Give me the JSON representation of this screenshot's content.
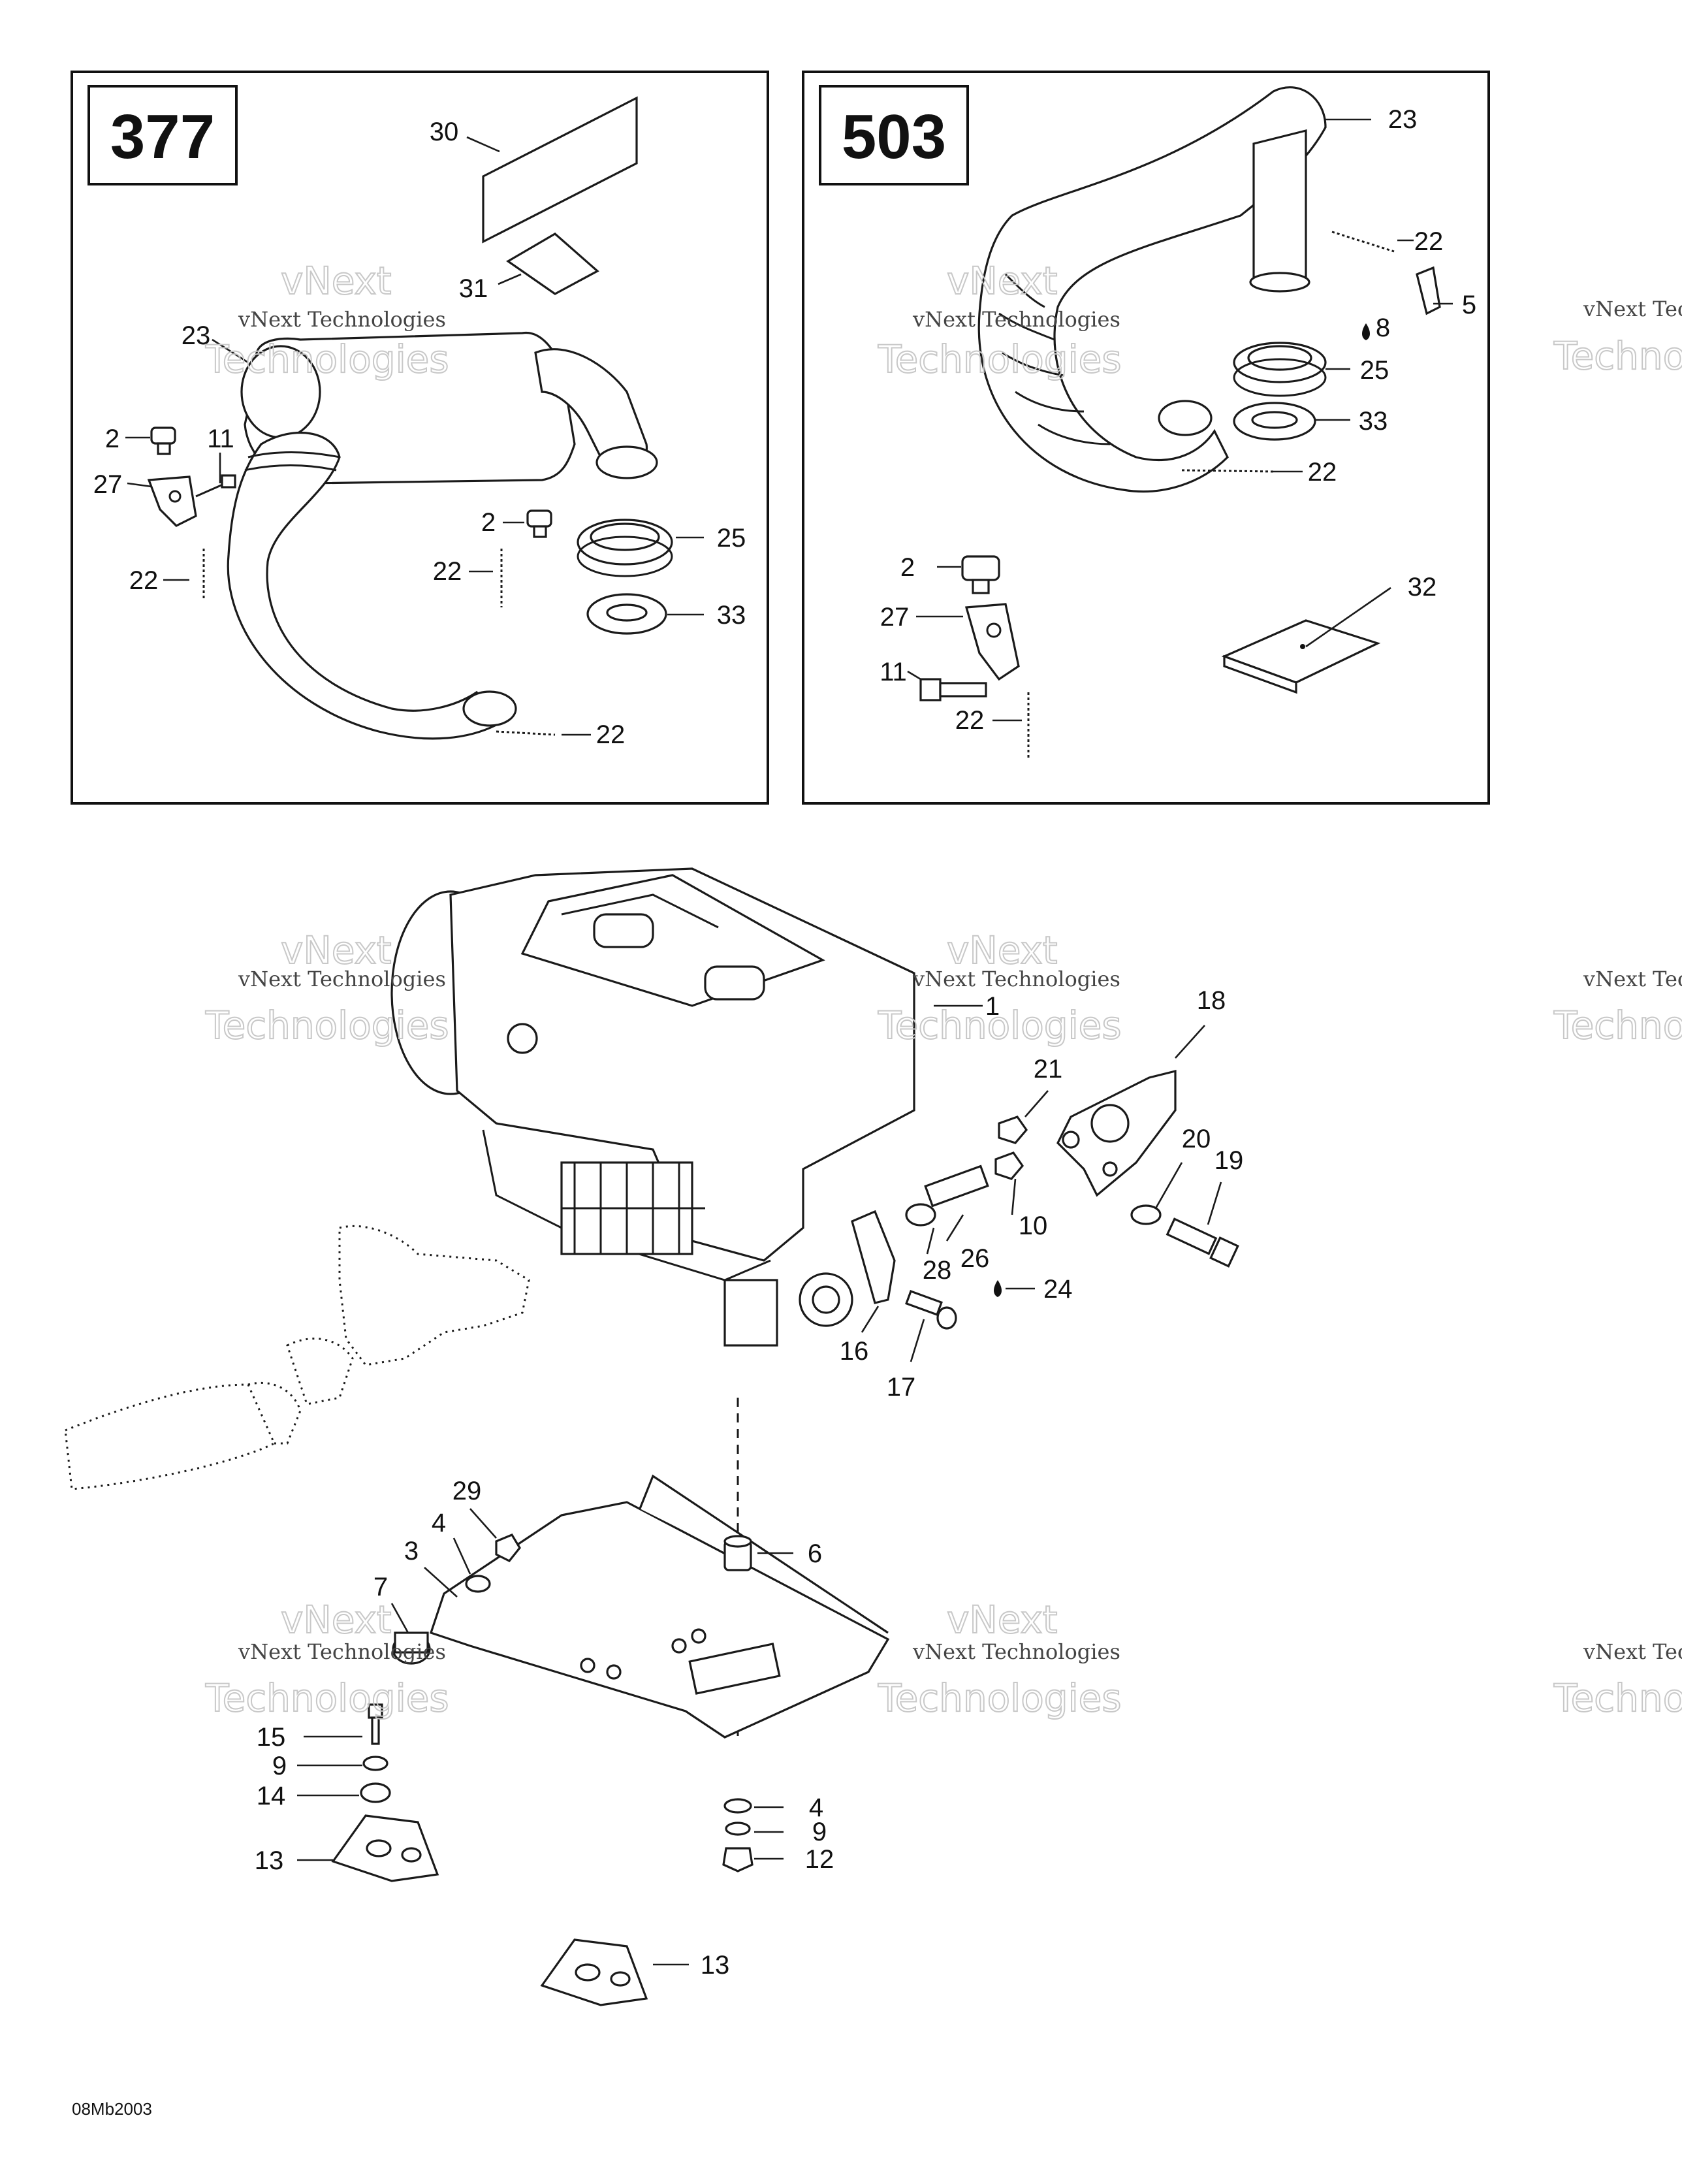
{
  "panels": {
    "left_box_number": "377",
    "right_box_number": "503"
  },
  "watermark": {
    "line1": "vNext Technologies",
    "line2": "vNext",
    "line3": "Technologies"
  },
  "drawing_code": "08Mb2003",
  "labels": {
    "l30": "30",
    "l31": "31",
    "l23a": "23",
    "l2a": "2",
    "l11a": "11",
    "l27a": "27",
    "l22a": "22",
    "l2b": "2",
    "l22b": "22",
    "l25a": "25",
    "l33a": "33",
    "l22c": "22",
    "l23b": "23",
    "l22d": "22",
    "l5": "5",
    "l8": "8",
    "l25b": "25",
    "l33b": "33",
    "l22e": "22",
    "l2c": "2",
    "l32": "32",
    "l27b": "27",
    "l11b": "11",
    "l22f": "22",
    "l1": "1",
    "l18": "18",
    "l21": "21",
    "l20": "20",
    "l19": "19",
    "l10": "10",
    "l26": "26",
    "l28": "28",
    "l24": "24",
    "l16": "16",
    "l17": "17",
    "l29": "29",
    "l4a": "4",
    "l3": "3",
    "l7": "7",
    "l6": "6",
    "l15": "15",
    "l9a": "9",
    "l14": "14",
    "l13a": "13",
    "l4b": "4",
    "l9b": "9",
    "l12": "12",
    "l13b": "13"
  }
}
